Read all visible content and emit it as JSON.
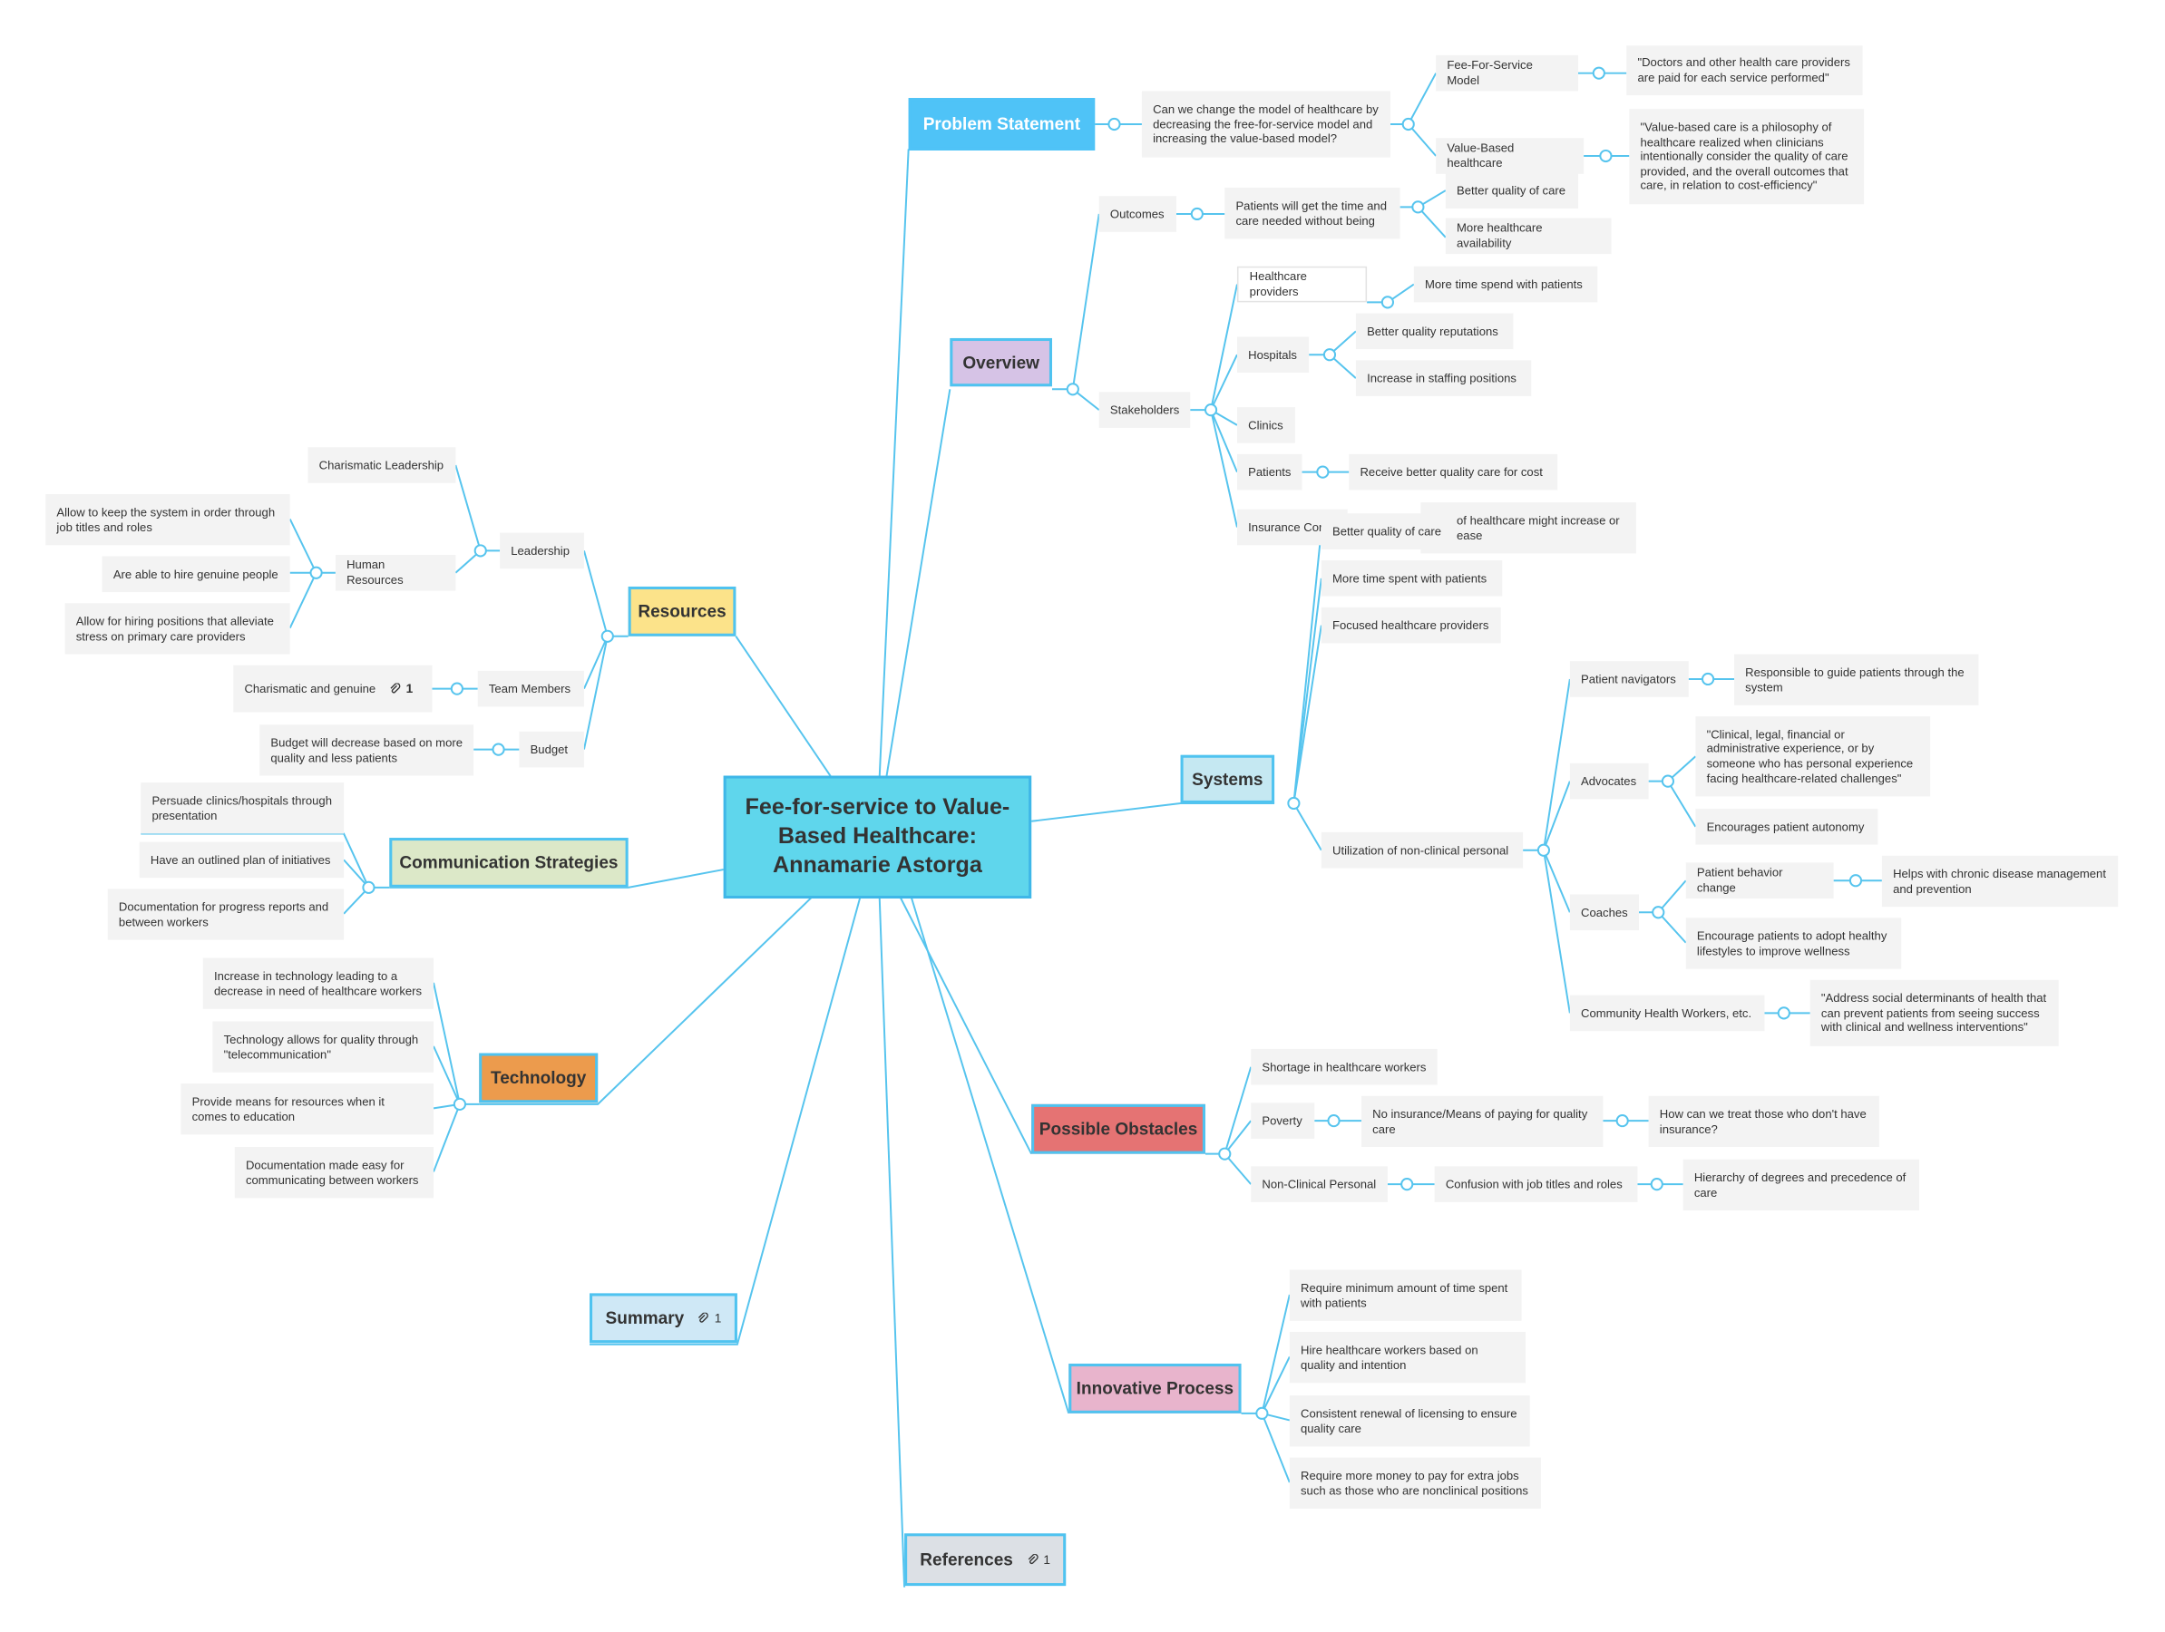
{
  "center": "Fee-for-service to Value-Based Healthcare: Annamarie Astorga",
  "colors": {
    "line": "#56C4EE",
    "node_bg": "#f3f3f3"
  },
  "topics": {
    "problem": "Problem Statement",
    "overview": "Overview",
    "resources": "Resources",
    "communication": "Communication Strategies",
    "technology": "Technology",
    "summary": "Summary",
    "references": "References",
    "systems": "Systems",
    "obstacles": "Possible Obstacles",
    "innovative": "Innovative Process"
  },
  "badges": {
    "summary": "1",
    "references": "1",
    "team_member": "1",
    "icon": "paperclip-icon"
  },
  "problem": {
    "question": "Can we change the model of healthcare by decreasing the free-for-service model and increasing the value-based model?",
    "ffs": "Fee-For-Service Model",
    "ffs_def": "\"Doctors and other health care providers are paid for each service performed\"",
    "vbh": "Value-Based healthcare",
    "vbh_def": "\"Value-based care is a philosophy of healthcare realized when clinicians intentionally consider the quality of care provided, and the overall outcomes that care, in relation to cost-efficiency\""
  },
  "overview": {
    "outcomes": "Outcomes",
    "patients_time": "Patients will get the time and care needed without being",
    "better_quality": "Better quality of care",
    "more_availability": "More healthcare availability",
    "stakeholders": "Stakeholders",
    "providers": "Healthcare providers",
    "providers_time": "More time spend with patients",
    "hospitals": "Hospitals",
    "reputations": "Better quality reputations",
    "staffing": "Increase in staffing positions",
    "clinics": "Clinics",
    "patients": "Patients",
    "receive_quality": "Receive better quality care for cost",
    "insurance": "Insurance Cor",
    "insurance_detail": "of healthcare might increase or ease"
  },
  "systems": {
    "better_quality": "Better quality of care",
    "more_time": "More time spent with patients",
    "focused": "Focused healthcare providers",
    "nonclinical": "Utilization of non-clinical personal",
    "navigators": "Patient navigators",
    "navigators_desc": "Responsible to guide patients through the system",
    "advocates": "Advocates",
    "advocates_quote": "\"Clinical, legal, financial or administrative experience, or by someone who has personal experience facing healthcare-related challenges\"",
    "autonomy": "Encourages patient autonomy",
    "coaches": "Coaches",
    "behavior": "Patient behavior change",
    "chronic": "Helps with chronic disease management and prevention",
    "lifestyles": "Encourage patients to adopt healthy lifestyles to improve wellness",
    "chw": "Community Health Workers, etc.",
    "chw_quote": "\"Address social determinants of health that can prevent patients from seeing success with clinical and wellness interventions\""
  },
  "obstacles": {
    "shortage": "Shortage in healthcare workers",
    "poverty": "Poverty",
    "no_insurance": "No insurance/Means of paying for quality care",
    "treat": "How can we treat those who don't have insurance?",
    "nonclinical": "Non-Clinical Personal",
    "confusion": "Confusion with job titles and roles",
    "hierarchy": "Hierarchy of degrees and precedence of care"
  },
  "innovative": {
    "min_time": "Require minimum amount of time spent with patients",
    "hire": "Hire healthcare workers based on quality and intention",
    "renewal": "Consistent renewal of licensing to ensure quality care",
    "money": "Require more money to pay for extra jobs such as those who are nonclinical positions"
  },
  "resources": {
    "leadership": "Leadership",
    "charismatic": "Charismatic Leadership",
    "hr": "Human Resources",
    "hr_order": "Allow to keep the system in order through job titles and roles",
    "hr_hire": "Are able to hire genuine people",
    "hr_stress": "Allow for hiring positions that alleviate stress on primary care providers",
    "team": "Team Members",
    "team_desc": "Charismatic and genuine",
    "budget": "Budget",
    "budget_desc": "Budget will decrease based on more quality and less patients"
  },
  "communication": {
    "persuade": "Persuade clinics/hospitals through presentation",
    "plan": "Have an outlined plan of initiatives",
    "documentation": "Documentation for progress reports and between workers"
  },
  "technology": {
    "increase": "Increase in technology leading to a decrease in need of healthcare workers",
    "quality": "Technology allows for quality through \"telecommunication\"",
    "education": "Provide means for resources when it comes to education",
    "documentation": "Documentation made easy for communicating between workers"
  }
}
